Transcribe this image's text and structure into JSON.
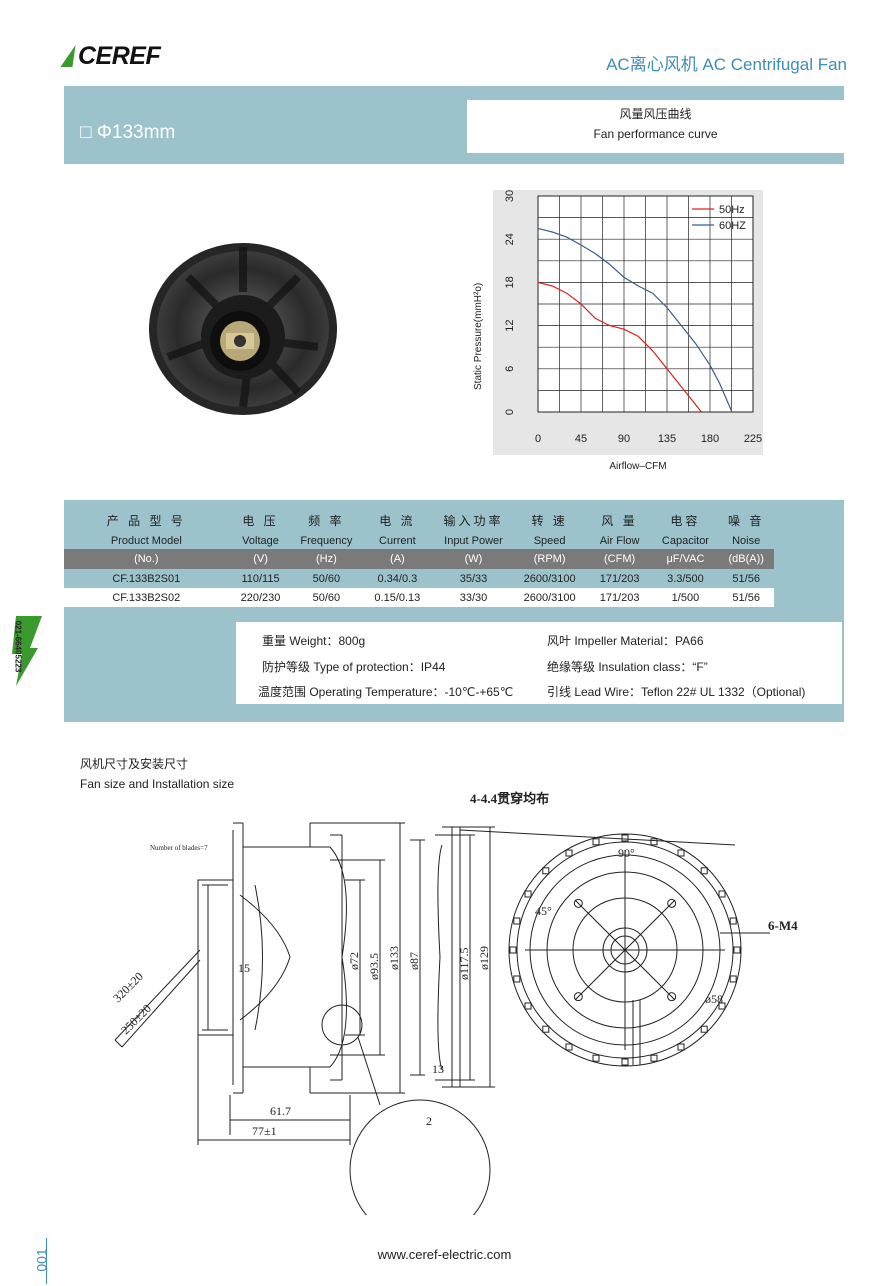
{
  "brand": {
    "logo_text": "CEREF"
  },
  "header": {
    "title": "AC离心风机 AC Centrifugal Fan"
  },
  "title_band": {
    "size_label": "□  Φ133mm",
    "curve_cn": "风量风压曲线",
    "curve_en": "Fan performance curve"
  },
  "chart_data": {
    "type": "line",
    "xlabel": "Airflow–CFM",
    "ylabel": "Static Pressure(mmH²o)",
    "x_ticks": [
      "0",
      "45",
      "90",
      "135",
      "180",
      "225"
    ],
    "y_ticks": [
      "0",
      "6",
      "12",
      "18",
      "24",
      "30"
    ],
    "xlim": [
      0,
      225
    ],
    "ylim": [
      0,
      30
    ],
    "grid": true,
    "legend_position": "top-right",
    "series": [
      {
        "name": "50Hz",
        "color": "#e02020",
        "x": [
          0,
          15,
          30,
          45,
          60,
          75,
          90,
          105,
          120,
          135,
          150,
          165,
          171
        ],
        "y": [
          18,
          17.5,
          16.5,
          15,
          13,
          12,
          11.5,
          10.5,
          8.5,
          6,
          3.5,
          1,
          0
        ]
      },
      {
        "name": "60HZ",
        "color": "#3a5f8a",
        "x": [
          0,
          15,
          30,
          45,
          60,
          75,
          90,
          105,
          120,
          135,
          150,
          165,
          180,
          190,
          203
        ],
        "y": [
          25.5,
          25,
          24.3,
          23.2,
          22,
          20.5,
          18.7,
          17.5,
          16.5,
          14.5,
          12,
          9.5,
          6.5,
          4,
          0
        ]
      }
    ]
  },
  "spec_table": {
    "header_cn": [
      "产 品 型 号",
      "电 压",
      "频 率",
      "电 流",
      "输入功率",
      "转 速",
      "风 量",
      "电容",
      "噪 音"
    ],
    "header_en": [
      "Product Model",
      "Voltage",
      "Frequency",
      "Current",
      "Input Power",
      "Speed",
      "Air Flow",
      "Capacitor",
      "Noise"
    ],
    "units": [
      "(No.)",
      "(V)",
      "(Hz)",
      "(A)",
      "(W)",
      "(RPM)",
      "(CFM)",
      "μF/VAC",
      "(dB(A))"
    ],
    "rows": [
      [
        "CF.133B2S01",
        "110/115",
        "50/60",
        "0.34/0.3",
        "35/33",
        "2600/3100",
        "171/203",
        "3.3/500",
        "51/56"
      ],
      [
        "CF.133B2S02",
        "220/230",
        "50/60",
        "0.15/0.13",
        "33/30",
        "2600/3100",
        "171/203",
        "1/500",
        "51/56"
      ]
    ]
  },
  "properties": {
    "weight": "重量 Weight：800g",
    "protection": "防护等级 Type of protection：IP44",
    "temperature": "温度范围 Operating Temperature：-10℃-+65℃",
    "impeller": "风叶 Impeller Material：PA66",
    "insulation": "绝缘等级 Insulation class：“F”",
    "lead_wire": "引线 Lead Wire：Teflon 22# UL  1332（Optional)"
  },
  "side_tab": {
    "phone": "021-66405223"
  },
  "dimensions": {
    "label_cn": "风机尺寸及安装尺寸",
    "label_en": "Fan size and Installation size",
    "blades_note": "Number of blades=7",
    "holes_note": "4-4.4贯穿均布",
    "screw_note": "6-M4",
    "d72": "ø72",
    "d935": "ø93.5",
    "d133": "ø133",
    "d87": "ø87",
    "d1175": "ø117.5",
    "d129": "ø129",
    "d58": "ø58",
    "len15": "15",
    "len617": "61.7",
    "len77": "77±1",
    "len13": "13",
    "len2": "2",
    "lead320": "320±20",
    "lead250": "250±20",
    "angle90": "90°",
    "angle45": "45°"
  },
  "footer": {
    "url": "www.ceref-electric.com",
    "page": "001"
  }
}
